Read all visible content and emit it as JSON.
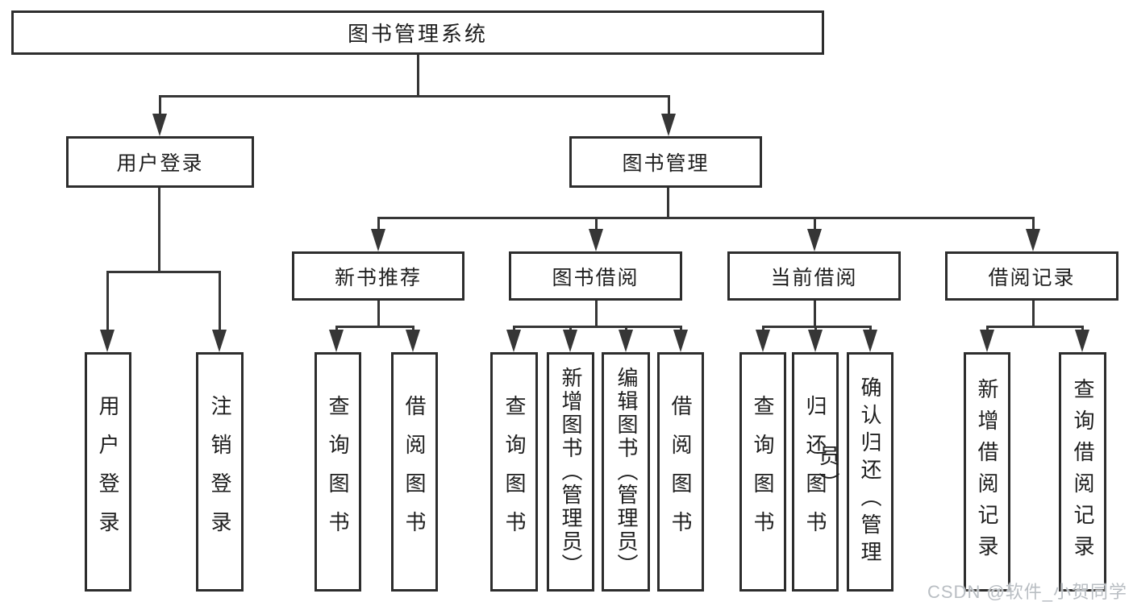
{
  "tree": {
    "label": "图书管理系统",
    "children": [
      {
        "label": "用户登录",
        "children": [
          {
            "label": "用户登录"
          },
          {
            "label": "注销登录"
          }
        ]
      },
      {
        "label": "图书管理",
        "children": [
          {
            "label": "新书推荐",
            "children": [
              {
                "label": "查询图书"
              },
              {
                "label": "借阅图书"
              }
            ]
          },
          {
            "label": "图书借阅",
            "children": [
              {
                "label": "查询图书"
              },
              {
                "label": "新增图书（管理员）"
              },
              {
                "label": "编辑图书（管理员）"
              },
              {
                "label": "借阅图书"
              }
            ]
          },
          {
            "label": "当前借阅",
            "children": [
              {
                "label": "查询图书"
              },
              {
                "label": "归还图书"
              },
              {
                "label": "确认归还（管理员）"
              }
            ]
          },
          {
            "label": "借阅记录",
            "children": [
              {
                "label": "新增借阅记录"
              },
              {
                "label": "查询借阅记录"
              }
            ]
          }
        ]
      }
    ]
  },
  "watermark": {
    "text": "CSDN @软件_小贺同学"
  },
  "colors": {
    "line": "#363636",
    "box_border": "#2d2d2d",
    "text": "#1e1e1e",
    "watermark_text": "#b9bec3"
  }
}
